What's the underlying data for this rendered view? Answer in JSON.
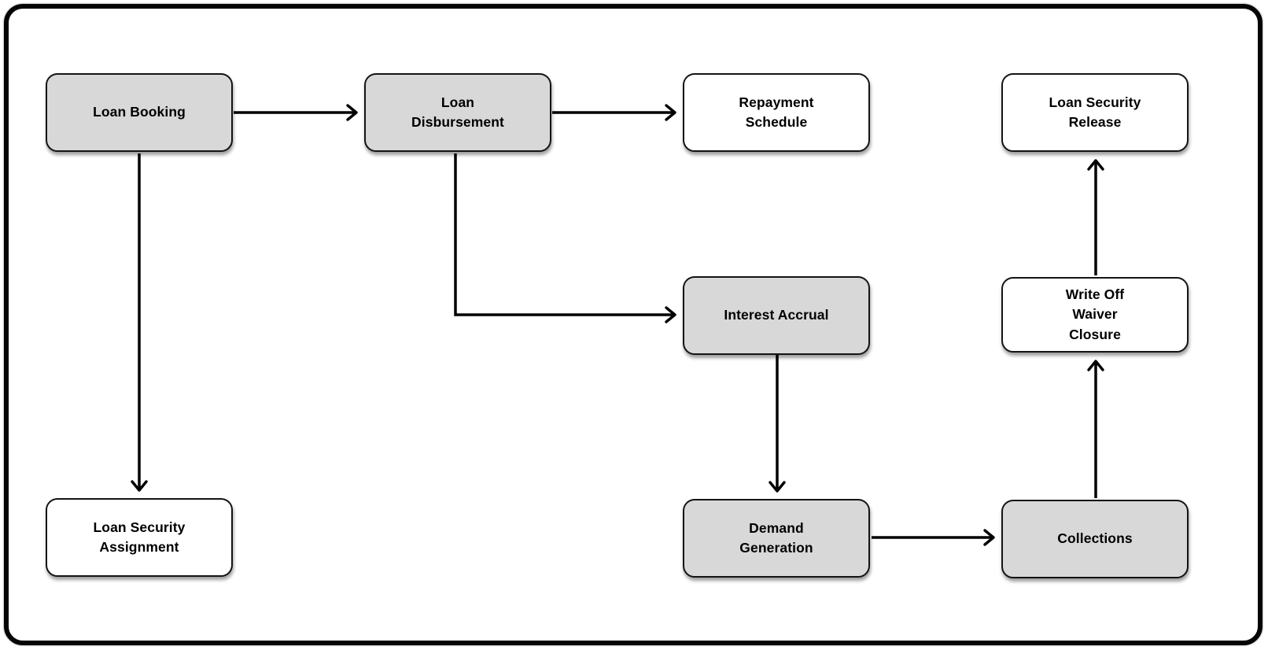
{
  "page": {
    "background": "#ffffff",
    "frame_border_color": "#000000"
  },
  "diagram": {
    "type": "flowchart",
    "colors": {
      "node_fill_gray": "#d8d8d8",
      "node_fill_white": "#ffffff",
      "node_border": "#141414",
      "arrow": "#000000"
    },
    "nodes": [
      {
        "id": "loan-booking",
        "label": "Loan Booking",
        "fill": "#d8d8d8"
      },
      {
        "id": "loan-disbursement",
        "label": "Loan\nDisbursement",
        "fill": "#d8d8d8"
      },
      {
        "id": "repayment-schedule",
        "label": "Repayment\nSchedule",
        "fill": "#ffffff"
      },
      {
        "id": "loan-security-release",
        "label": "Loan Security\nRelease",
        "fill": "#ffffff"
      },
      {
        "id": "interest-accrual",
        "label": "Interest Accrual",
        "fill": "#d8d8d8"
      },
      {
        "id": "write-off-waiver-closure",
        "label": "Write Off\nWaiver\nClosure",
        "fill": "#ffffff"
      },
      {
        "id": "demand-generation",
        "label": "Demand\nGeneration",
        "fill": "#d8d8d8"
      },
      {
        "id": "collections",
        "label": "Collections",
        "fill": "#d8d8d8"
      },
      {
        "id": "loan-security-assignment",
        "label": "Loan Security\nAssignment",
        "fill": "#ffffff"
      }
    ],
    "edges": [
      {
        "from": "loan-booking",
        "to": "loan-disbursement"
      },
      {
        "from": "loan-disbursement",
        "to": "repayment-schedule"
      },
      {
        "from": "loan-booking",
        "to": "loan-security-assignment"
      },
      {
        "from": "loan-disbursement",
        "to": "interest-accrual"
      },
      {
        "from": "interest-accrual",
        "to": "demand-generation"
      },
      {
        "from": "demand-generation",
        "to": "collections"
      },
      {
        "from": "collections",
        "to": "write-off-waiver-closure"
      },
      {
        "from": "write-off-waiver-closure",
        "to": "loan-security-release"
      }
    ]
  }
}
